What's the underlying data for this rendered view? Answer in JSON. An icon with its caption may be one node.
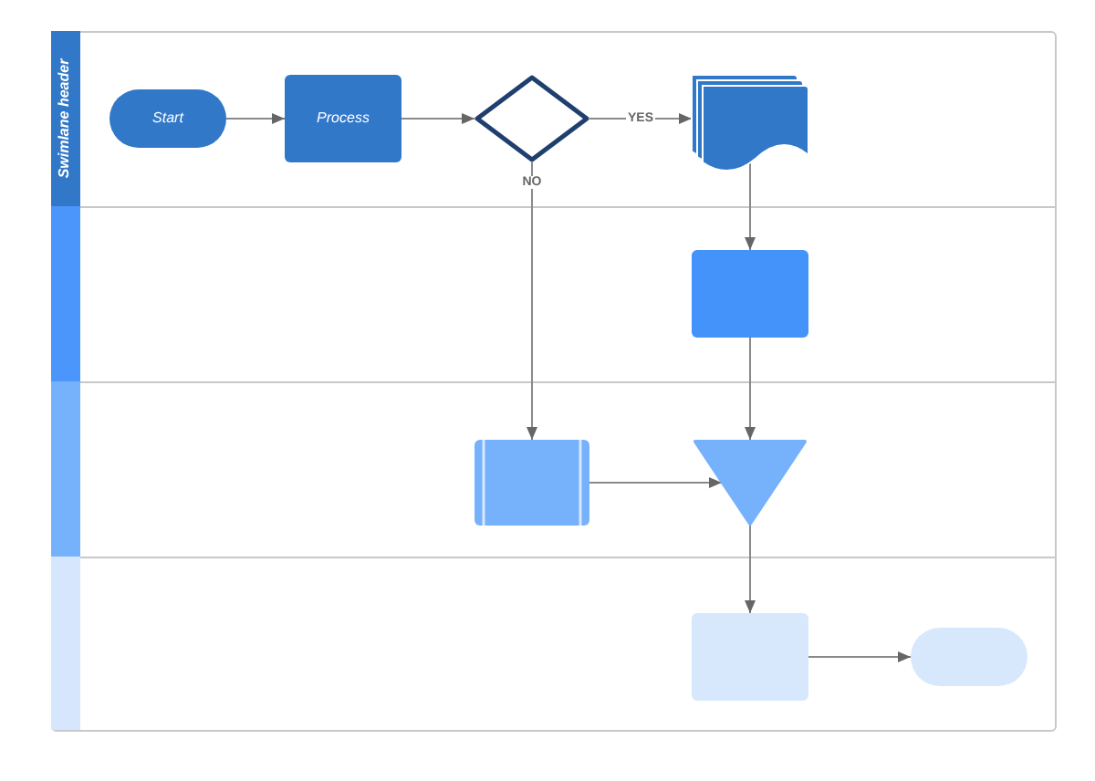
{
  "diagram": {
    "nodes": [
      {
        "text": [
          "Swimlane header"
        ]
      },
      {
        "text": [],
        "shape": "bar"
      },
      {
        "text": [],
        "shape": "bar"
      },
      {
        "text": [],
        "shape": "bar"
      },
      {
        "text": [
          "Start"
        ]
      },
      {
        "text": [
          "Process"
        ]
      },
      {
        "text": [],
        "shape": "diamond"
      },
      {
        "text": [],
        "shape": "document"
      },
      {
        "text": [],
        "shape": "box"
      },
      {
        "text": [],
        "shape": "box"
      },
      {
        "text": [],
        "shape": "triangle"
      },
      {
        "text": [],
        "shape": "box"
      },
      {
        "text": [],
        "shape": "oval"
      }
    ],
    "edges": [
      {
        "from": 4,
        "to": 5,
        "arrow": "to"
      },
      {
        "from": 5,
        "to": 6,
        "arrow": "to"
      },
      {
        "from": 6,
        "to": 7,
        "arrow": "to",
        "label": "YES"
      },
      {
        "from": 6,
        "to": 9,
        "arrow": "to",
        "label": "NO"
      },
      {
        "from": 7,
        "to": 8,
        "arrow": "to"
      },
      {
        "from": 8,
        "to": 10,
        "arrow": "to"
      },
      {
        "from": 9,
        "to": 10,
        "arrow": "to"
      },
      {
        "from": 10,
        "to": 11,
        "arrow": "to"
      },
      {
        "from": 11,
        "to": 12,
        "arrow": "to"
      }
    ]
  }
}
